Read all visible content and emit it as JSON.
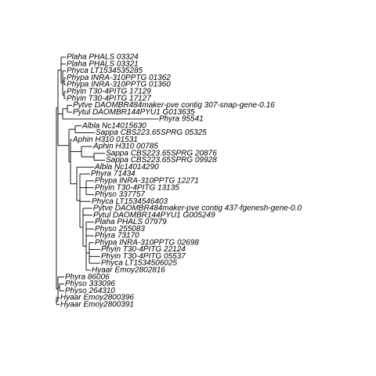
{
  "tree": {
    "type": "phylogenetic-cladogram",
    "leaves": [
      "Plaha PHALS 03324",
      "Plaha PHALS 03321",
      "Phyca LT1534535285",
      "Phypa INRA-310PPTG 01362",
      "Phypa INRA-310PPTG 01360",
      "Phyin T30-4PITG 17129",
      "Phyin T30-4PITG 17127",
      "Pytve DAOMBR484maker-pve contig 307-snap-gene-0.16",
      "Pytul DAOMBR144PYU1 G013635",
      "Phyra 95541",
      "Albla Nc14015630",
      "Sappa CBS223.65SPRG 05325",
      "Aphin H310 01531",
      "Aphin H310 00785",
      "Sappa CBS223.65SPRG 20876",
      "Sappa CBS223.65SPRG 09928",
      "Albla Nc14014290",
      "Phyra 71434",
      "Phypa INRA-310PPTG 12271",
      "Phyin T30-4PITG 13135",
      "Physo 337757",
      "Phyca LT1534546403",
      "Pytve DAOMBR484maker-pve contig 437-fgenesh-gene-0.0",
      "Pytul DAOMBR144PYU1 G005249",
      "Plaha PHALS 07979",
      "Physo 255083",
      "Phyra 73170",
      "Phypa INRA-310PPTG 02698",
      "Phyin T30-4PITG 22124",
      "Phyin T30-4PITG 05537",
      "Phyca LT1534506025",
      "Hyaar Emoy2802816",
      "Phyra 86006",
      "Physo 333096",
      "Physo 264310",
      "Hyaar Emoy2800396",
      "Hyaar Emoy2800391"
    ]
  }
}
